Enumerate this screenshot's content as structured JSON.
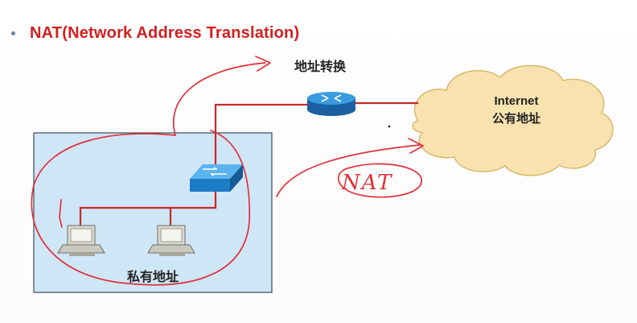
{
  "slide": {
    "bullet_title": "NAT(Network Address Translation)"
  },
  "diagram": {
    "translation_label": "地址转换",
    "cloud_line1": "Internet",
    "cloud_line2": "公有地址",
    "private_label": "私有地址",
    "handwritten_label": "NAT"
  },
  "colors": {
    "title_red": "#d21f1f",
    "link_red": "#c62828",
    "lan_box_fill": "#cfe6f7",
    "cloud_fill": "#f8e3b0",
    "device_blue": "#1e7bc6",
    "annotation_red": "#e0303a"
  }
}
